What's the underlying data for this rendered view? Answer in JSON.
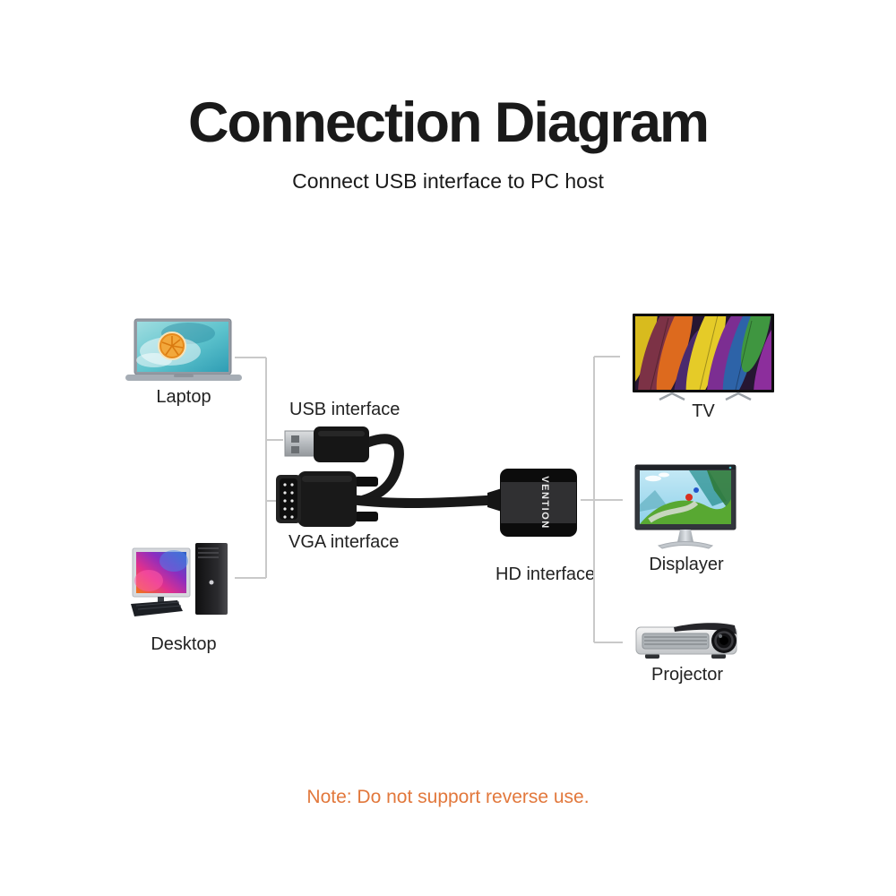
{
  "header": {
    "title": "Connection Diagram",
    "subtitle": "Connect USB interface to PC host"
  },
  "sources": {
    "laptop": {
      "label": "Laptop"
    },
    "desktop": {
      "label": "Desktop"
    }
  },
  "adapter": {
    "usb_label": "USB interface",
    "vga_label": "VGA interface",
    "hd_label": "HD interface",
    "brand": "VENTION"
  },
  "outputs": {
    "tv": {
      "label": "TV"
    },
    "displayer": {
      "label": "Displayer"
    },
    "projector": {
      "label": "Projector"
    }
  },
  "note": {
    "text": "Note: Do not support reverse use."
  },
  "colors": {
    "title_text": "#1a1a1a",
    "label_text": "#222222",
    "note_text": "#e2783c",
    "connector_line": "#c9c9c9",
    "cable": "#1b1b1b"
  }
}
